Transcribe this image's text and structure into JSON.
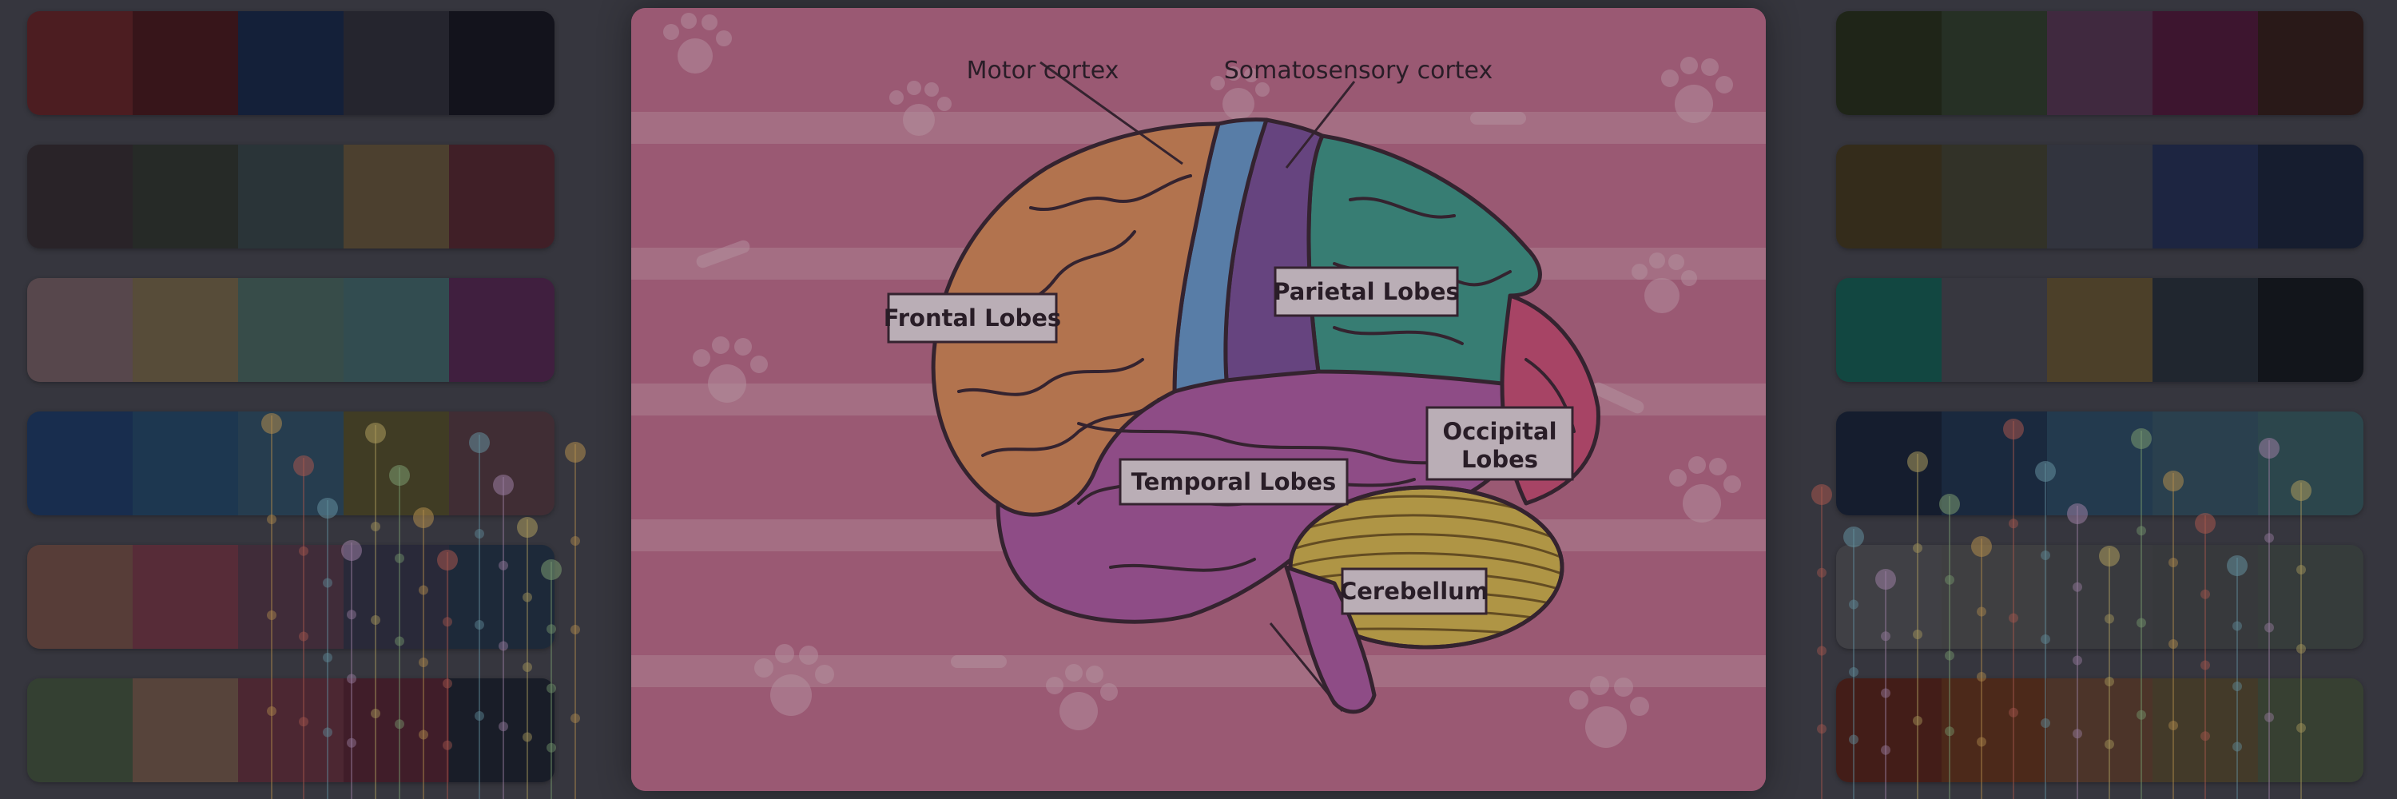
{
  "diagram": {
    "labels": {
      "motor_cortex": "Motor cortex",
      "somatosensory_cortex": "Somatosensory cortex",
      "frontal_lobes": "Frontal Lobes",
      "parietal_lobes": "Parietal Lobes",
      "temporal_lobes": "Temporal Lobes",
      "occipital_line1": "Occipital",
      "occipital_line2": "Lobes",
      "cerebellum": "Cerebellum"
    },
    "colors": {
      "frontal": "#e8905a",
      "motor": "#6b9fd6",
      "somatosensory": "#7e4f9e",
      "parietal": "#3e9e8e",
      "temporal": "#b65aa8",
      "occipital": "#d94f7a",
      "cerebellum": "#e3c04e",
      "outline": "#3a2230",
      "panel": "#c8678a"
    }
  },
  "palettes": {
    "left": [
      [
        "#5a1a1c",
        "#3e0e12",
        "#0d1e3e",
        "#24242e",
        "#0c0c16"
      ],
      [
        "#2a2226",
        "#262c24",
        "#2c3a3c",
        "#5a4a30",
        "#4a1c24"
      ],
      [
        "#6a5458",
        "#6a5a3e",
        "#3e5a54",
        "#365a5e",
        "#4a1c46"
      ],
      [
        "#12305a",
        "#1a3e5e",
        "#26465c",
        "#4a4420",
        "#4a3036"
      ],
      [
        "#6a463c",
        "#6a2e3c",
        "#4a2e3e",
        "#2a2a3e",
        "#1a2a3e"
      ],
      [
        "#3a4a34",
        "#6a5040",
        "#5a2834",
        "#4a1a28",
        "#141a26"
      ]
    ],
    "right": [
      [
        "#1c2410",
        "#263422",
        "#4a2a46",
        "#460e30",
        "#2a1410"
      ],
      [
        "#3a2e14",
        "#363626",
        "#363a44",
        "#1a2448",
        "#101a30"
      ],
      [
        "#0a5448",
        "#3e3e46",
        "#5a4a28",
        "#1e2630",
        "#0a0e14"
      ],
      [
        "#0e1a2e",
        "#162a44",
        "#22425a",
        "#2c4a5a",
        "#2e5258"
      ],
      [
        "#4a4a4e",
        "#484848",
        "#404244",
        "#3e4042",
        "#3c4440"
      ],
      [
        "#4e1a10",
        "#5a2a12",
        "#5a3a28",
        "#4e4228",
        "#3e4a34"
      ]
    ]
  }
}
